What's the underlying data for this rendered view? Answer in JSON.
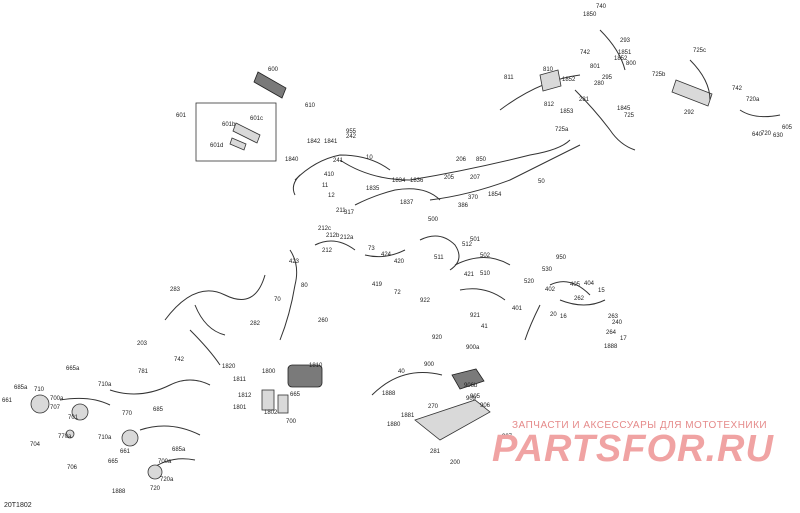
{
  "diagram_code": "20T1802",
  "watermark": {
    "text": "ЗАПЧАСТИ И АКСЕССУАРЫ ДЛЯ МОТОТЕХНИКИ",
    "logo": "PARTSFOR.RU"
  },
  "part_numbers": [
    "600",
    "601",
    "601b",
    "601c",
    "601d",
    "610",
    "955",
    "1842",
    "1841",
    "242",
    "1840",
    "241",
    "10",
    "410",
    "11",
    "12",
    "1835",
    "317",
    "1834",
    "1836",
    "1837",
    "206",
    "850",
    "205",
    "207",
    "386",
    "370",
    "1854",
    "50",
    "211",
    "212c",
    "212b",
    "212a",
    "212",
    "501",
    "512",
    "500",
    "511",
    "502",
    "510",
    "421",
    "423",
    "73",
    "424",
    "420",
    "419",
    "72",
    "70",
    "80",
    "260",
    "922",
    "921",
    "920",
    "41",
    "900a",
    "900",
    "905",
    "906",
    "906b",
    "909",
    "270",
    "40",
    "1888",
    "1881",
    "1880",
    "907",
    "281",
    "200",
    "283",
    "203",
    "282",
    "742",
    "781",
    "1820",
    "1800",
    "1810",
    "1811",
    "1812",
    "1801",
    "1802",
    "700",
    "665",
    "685a",
    "665a",
    "661",
    "685",
    "710",
    "710a",
    "700a",
    "707",
    "701",
    "770",
    "770a",
    "704",
    "706",
    "710a",
    "665",
    "661",
    "685a",
    "700a",
    "1888",
    "720a",
    "720",
    "740",
    "1850",
    "293",
    "742",
    "1852",
    "1851",
    "801",
    "800",
    "811",
    "810",
    "1852",
    "1853",
    "280",
    "295",
    "812",
    "281",
    "1845",
    "725",
    "725a",
    "725b",
    "725c",
    "292",
    "742",
    "720",
    "720a",
    "640",
    "630",
    "605",
    "950",
    "530",
    "520",
    "402",
    "401",
    "20",
    "405",
    "404",
    "15",
    "16",
    "262",
    "263",
    "264",
    "240",
    "17",
    "1888"
  ]
}
